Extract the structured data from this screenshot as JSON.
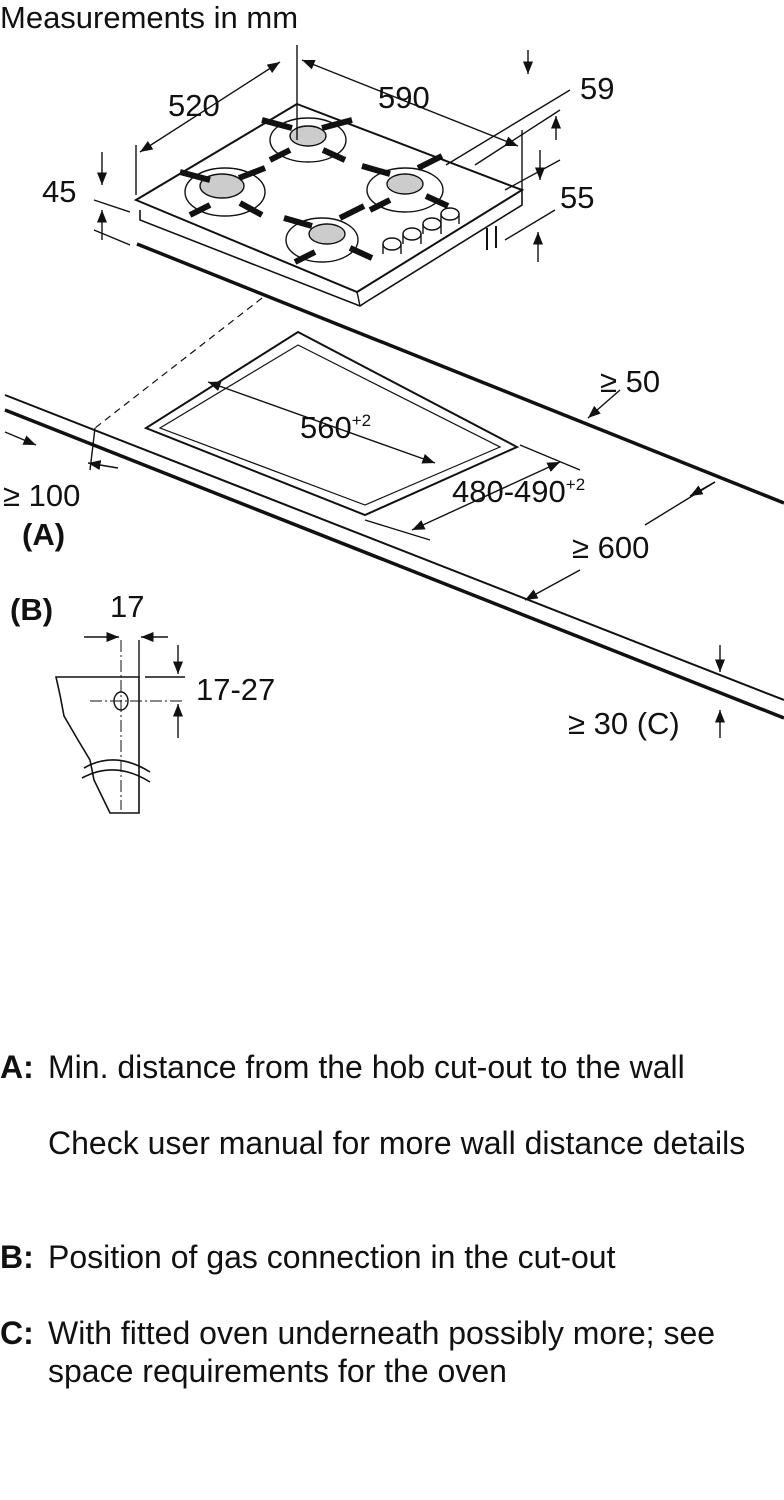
{
  "title": "Measurements in mm",
  "dimensions": {
    "width": "520",
    "depth": "590",
    "d59": "59",
    "d45": "45",
    "d55": "55",
    "rear_min": "≥ 50",
    "cutout_w": "560",
    "cutout_w_tol": "+2",
    "cutout_d": "480-490",
    "cutout_d_tol": "+2",
    "wall_min": "≥ 100",
    "label_a": "(A)",
    "worktop_depth": "≥ 600",
    "label_b": "(B)",
    "gas_x": "17",
    "gas_y": "17-27",
    "front_min": "≥ 30 (C)"
  },
  "notes": {
    "a_key": "A:",
    "a_text": "Min. distance from the hob cut-out to the wall",
    "a_extra": "Check user manual for more wall distance details",
    "b_key": "B:",
    "b_text": "Position of gas connection in the cut-out",
    "c_key": "C:",
    "c_text": "With fitted oven underneath possibly more; see space requirements for the oven"
  }
}
